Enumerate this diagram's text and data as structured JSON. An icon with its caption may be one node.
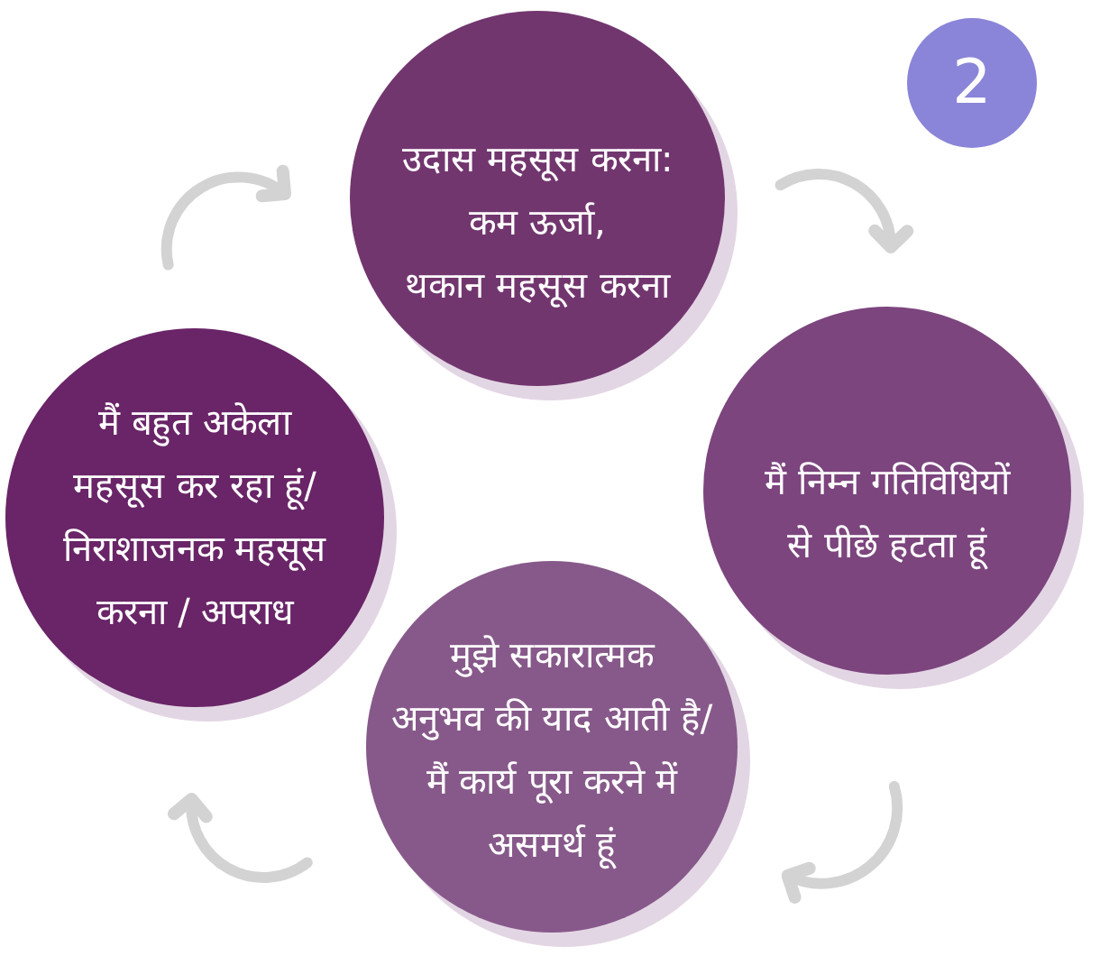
{
  "diagram": {
    "nodes": [
      {
        "text": [
          "उदास महसूस करना: कम ऊर्जा, थकान महसूस करना"
        ]
      },
      {
        "text": [
          "2"
        ]
      },
      {
        "text": [
          "मैं निम्न गतिविधियों से पीछे हटता हूं"
        ]
      },
      {
        "text": [
          "मुझे सकारात्मक अनुभव की याद आती है/ मैं कार्य पूरा करने में असमर्थ हूं"
        ]
      },
      {
        "text": [
          "मैं बहुत अकेला महसूस कर रहा हूं/ निराशाजनक महसूस करना / अपराध"
        ]
      }
    ],
    "edges": [
      {
        "from": 4,
        "to": 0,
        "arrow": "to"
      },
      {
        "from": 0,
        "to": 2,
        "arrow": "to"
      },
      {
        "from": 2,
        "to": 3,
        "arrow": "to"
      },
      {
        "from": 3,
        "to": 4,
        "arrow": "to"
      }
    ]
  }
}
